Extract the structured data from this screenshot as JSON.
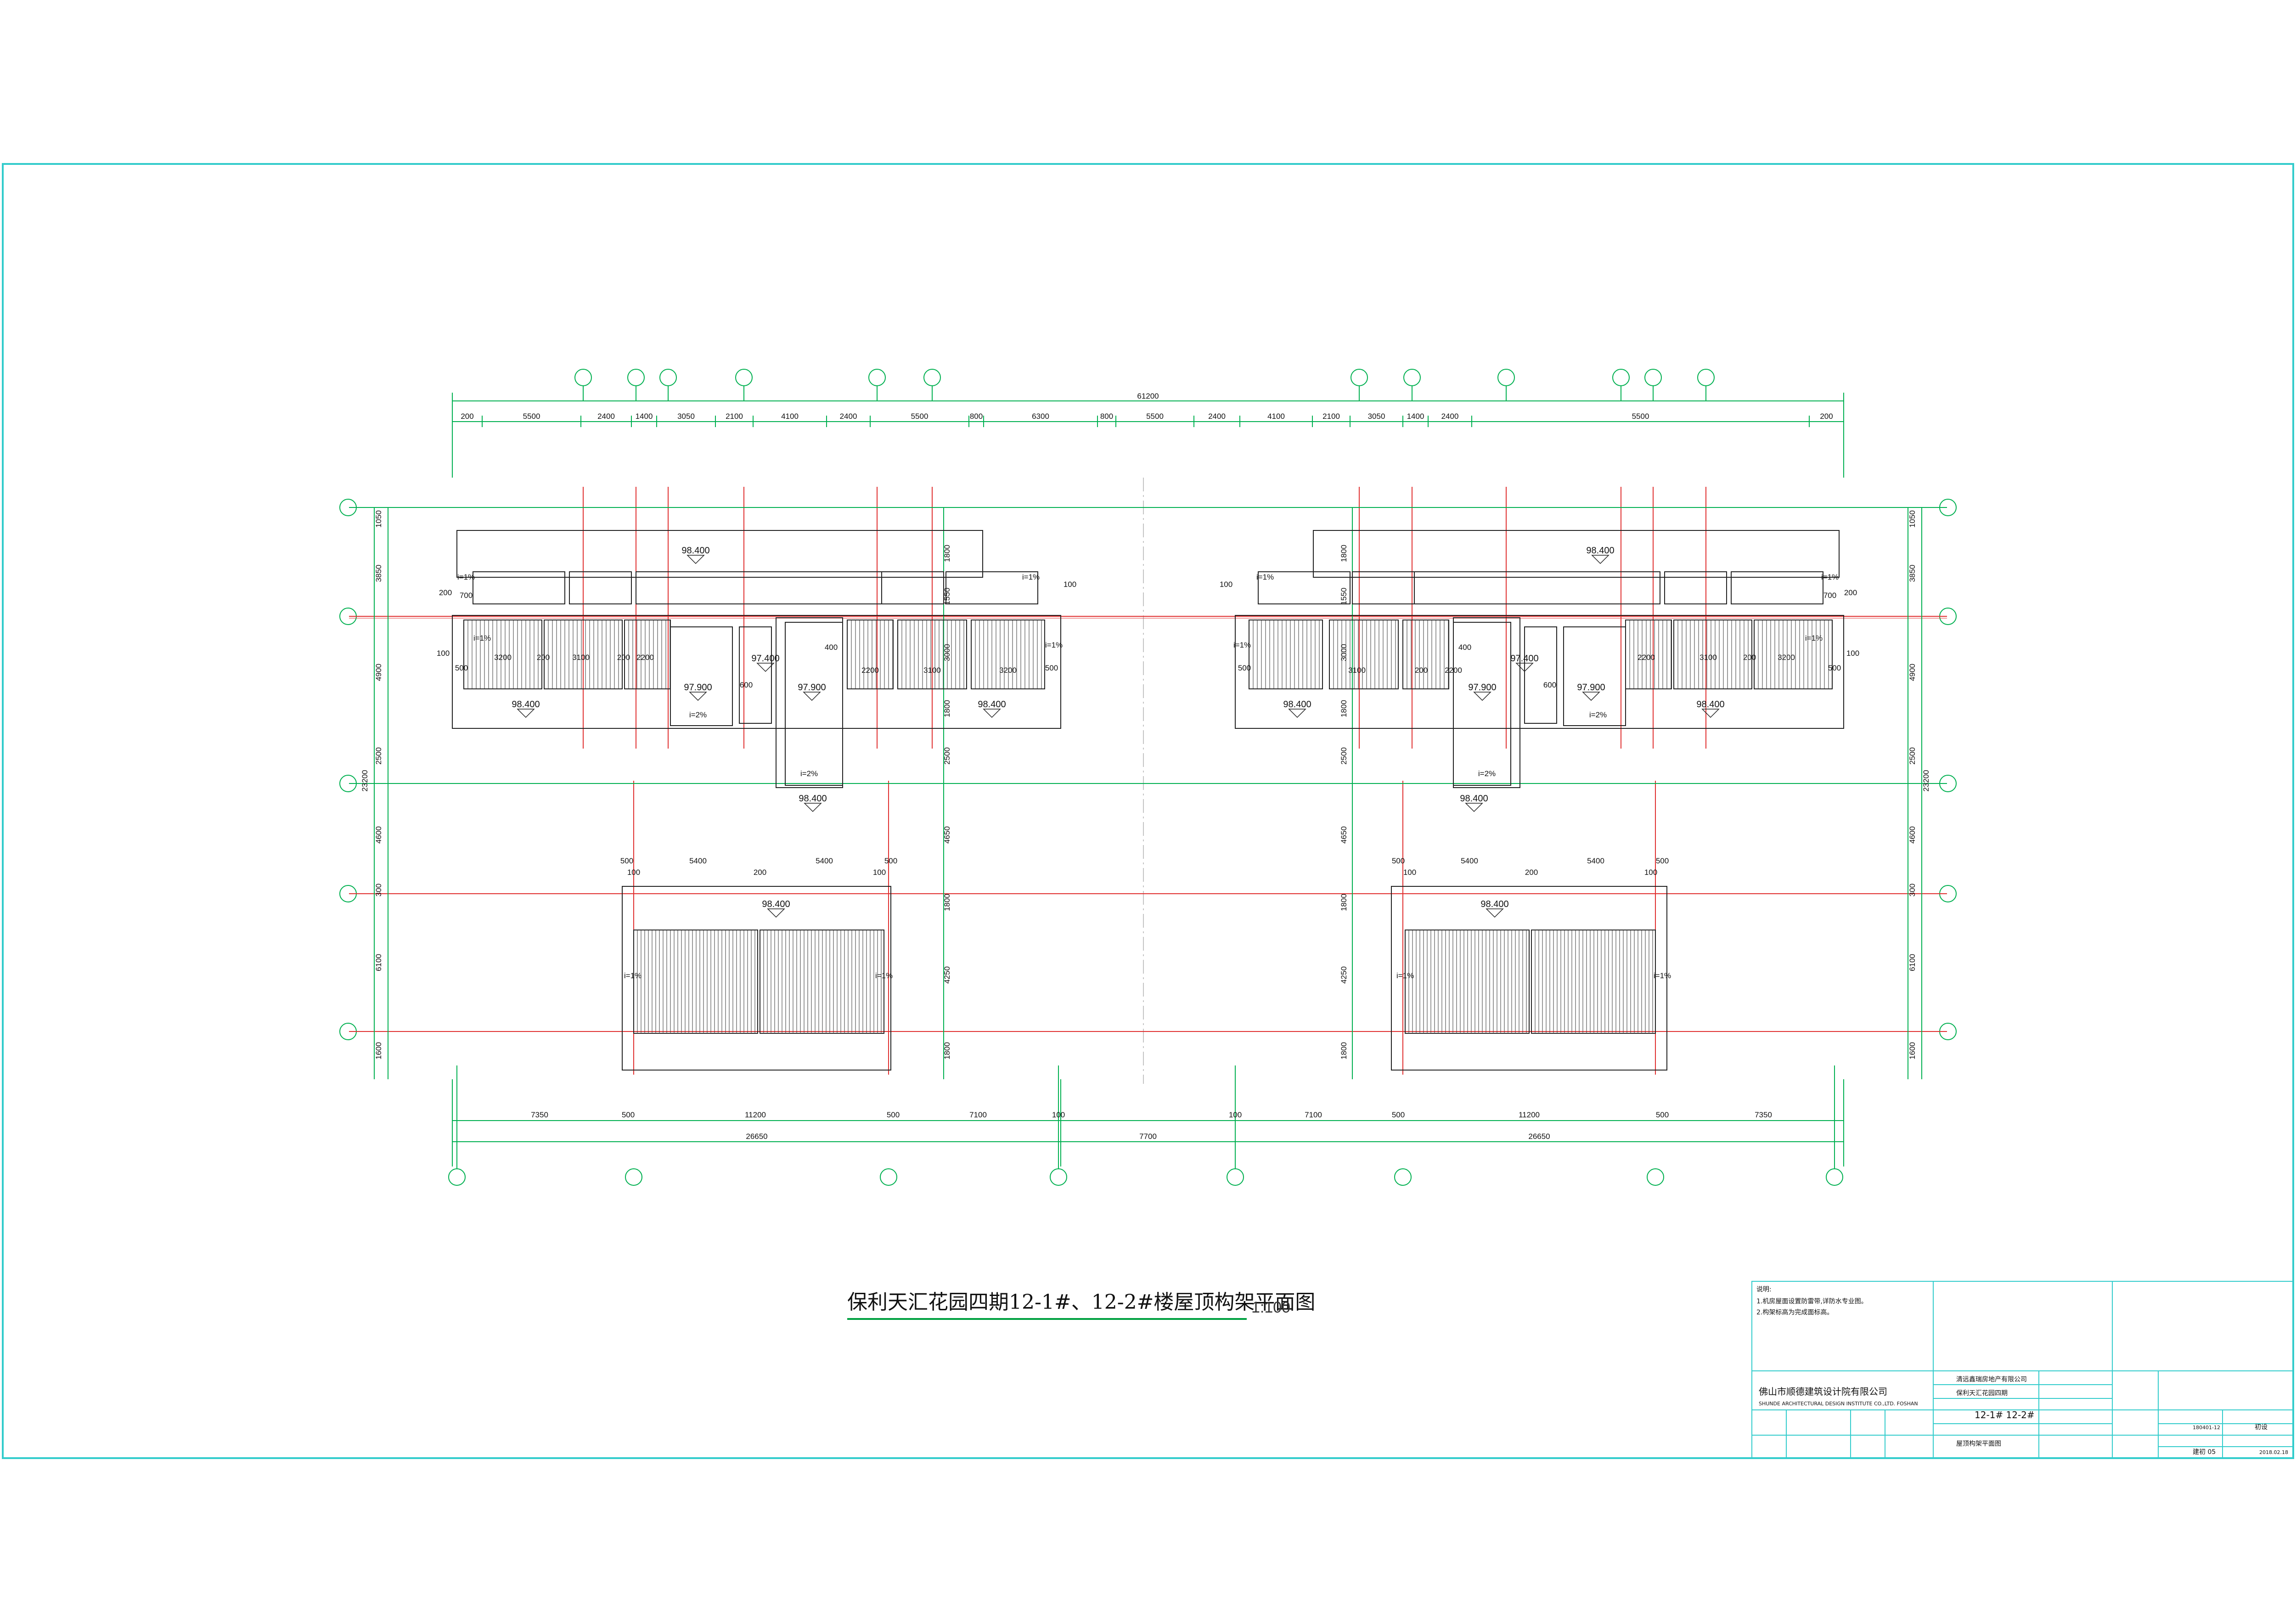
{
  "drawing": {
    "title": "保利天汇花园四期12-1#、12-2#楼屋顶构架平面图",
    "scale": "1:100"
  },
  "dimensions": {
    "overall_top": "61200",
    "top_row": [
      "200",
      "5500",
      "2400",
      "1400",
      "3050",
      "2100",
      "4100",
      "2400",
      "5500",
      "800",
      "6300",
      "800",
      "5500",
      "2400",
      "4100",
      "2100",
      "3050",
      "1400",
      "2400",
      "5500",
      "200"
    ],
    "bottom_left": [
      "7350",
      "500",
      "11200",
      "500",
      "7100",
      "100"
    ],
    "bottom_right": [
      "100",
      "7100",
      "500",
      "11200",
      "500",
      "7350"
    ],
    "bottom_totals": [
      "26650",
      "7700",
      "26650"
    ],
    "left_side": [
      "1050",
      "3850",
      "4900",
      "2500",
      "4600",
      "300",
      "6100",
      "1600"
    ],
    "left_overall": "23200",
    "right_side": [
      "1050",
      "3850",
      "4900",
      "2500",
      "4600",
      "300",
      "6100",
      "1600"
    ],
    "right_overall": "23200",
    "center_left": [
      "1800",
      "1550",
      "3000",
      "1800",
      "2500",
      "4650",
      "1800",
      "4250",
      "1800"
    ],
    "center_right": [
      "1800",
      "1550",
      "3000",
      "1800",
      "2500",
      "4650",
      "1800",
      "4250",
      "1800"
    ],
    "upper_bay_left": [
      "3200",
      "200",
      "3100",
      "200",
      "2200"
    ],
    "upper_bay_right": [
      "2200",
      "3100",
      "200",
      "3200"
    ],
    "upper_bay_mid_left": [
      "2200",
      "3100",
      "3200"
    ],
    "upper_bay_mid_right": [
      "3100",
      "200",
      "2200"
    ],
    "lower_top_left": [
      "500",
      "5400",
      "5400",
      "500"
    ],
    "lower_sub_left": [
      "100",
      "200",
      "100"
    ],
    "lower_top_right": [
      "500",
      "5400",
      "5400",
      "500"
    ],
    "lower_sub_right": [
      "100",
      "200",
      "100"
    ]
  },
  "levels": {
    "roof": "98.400",
    "machine": "97.900",
    "small": "97.400",
    "edge_a": "100",
    "edge_b": "200",
    "edge_c": "700",
    "edge_d": "500",
    "edge_e": "600",
    "edge_f": "400"
  },
  "slopes": {
    "s1": "i=1%",
    "s2": "i=2%"
  },
  "title_block": {
    "notes_heading": "说明:",
    "note1": "1.机房屋面设置防雷带,详防水专业图。",
    "note2": "2.构架标高为完成面标高。",
    "firm": "佛山市顺德建筑设计院有限公司",
    "firm_en": "SHUNDE ARCHITECTURAL DESIGN INSTITUTE CO.,LTD. FOSHAN",
    "client": "清远鑫瑞房地产有限公司",
    "project": "保利天汇花园四期",
    "building": "12-1#  12-2#",
    "sheet_title": "屋顶构架平面图",
    "project_no": "180401-12",
    "stage": "初设",
    "sheet_no": "建初 05",
    "date": "2018.02.18"
  },
  "colors": {
    "grid_green": "#00b050",
    "axis_red": "#e03030",
    "line": "#222222",
    "frame_cyan": "#33cccc",
    "title_underline": "#00a040"
  }
}
